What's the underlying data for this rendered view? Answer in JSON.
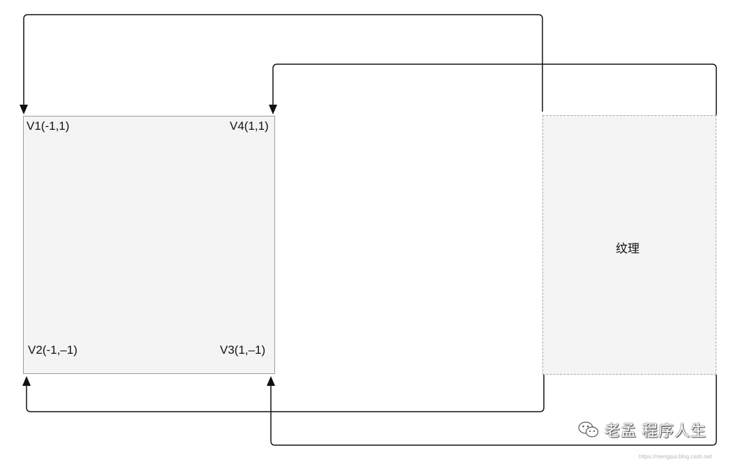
{
  "vertices": {
    "v1": "V1(-1,1)",
    "v4": "V4(1,1)",
    "v2": "V2(-1,–1)",
    "v3": "V3(1,–1)"
  },
  "texture": {
    "label": "纹理"
  },
  "watermark": {
    "text": "老孟 程序人生",
    "url": "https://mengqui.blog.csdn.net",
    "icon": "wechat-icon"
  },
  "colors": {
    "line": "#111111",
    "fill": "#f4f4f4"
  }
}
